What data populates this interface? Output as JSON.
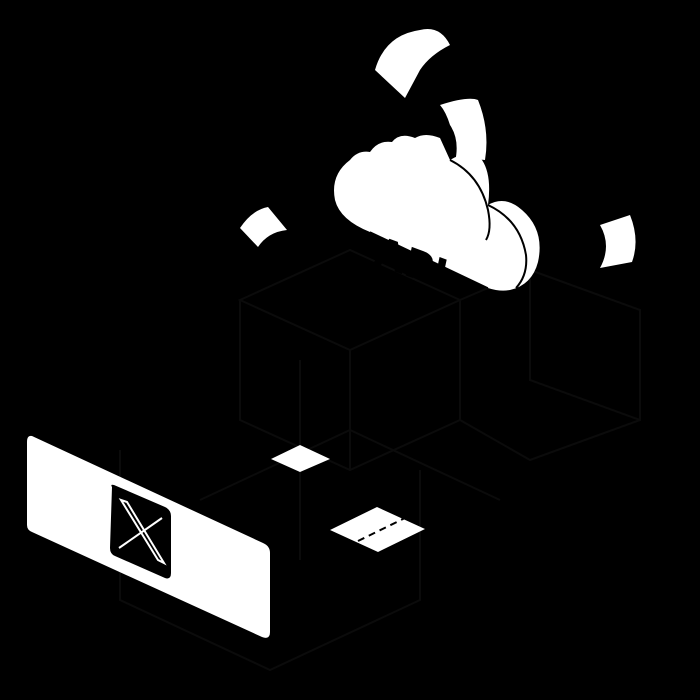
{
  "illustration": {
    "background": "#000000",
    "foreground": "#ffffff",
    "faint_line_color": "#0b0b0b",
    "cloud": {
      "label": "API"
    },
    "panel": {
      "logo": "X"
    },
    "papers_count": 4,
    "tiles_count": 2
  }
}
